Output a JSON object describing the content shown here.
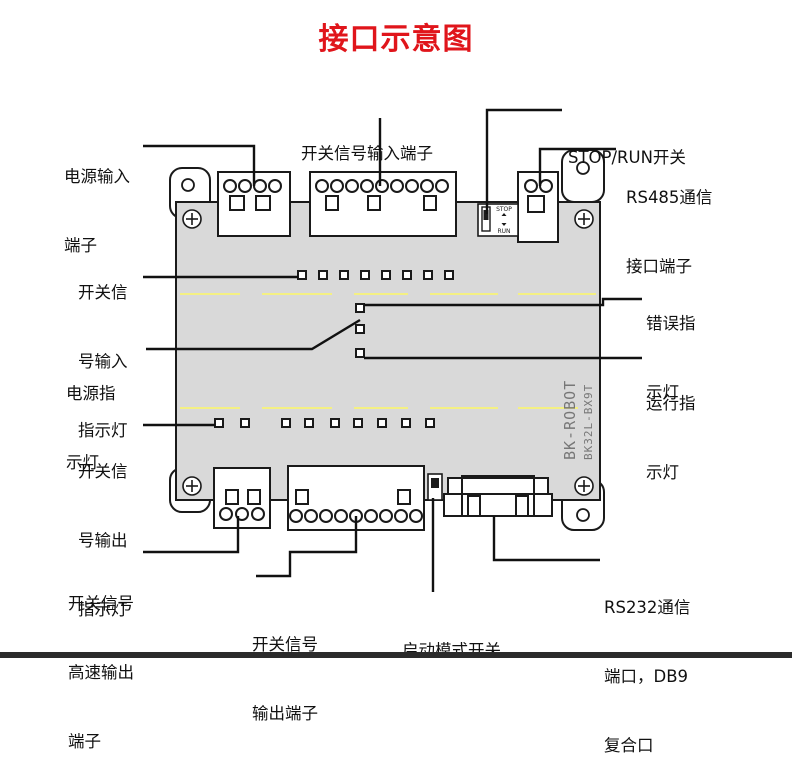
{
  "title": "接口示意图",
  "board": {
    "model_brand": "BK-ROBOT",
    "model_code": "BK32L-BX9T",
    "switch_top": "STOP",
    "switch_bottom": "RUN"
  },
  "labels": {
    "power_input": [
      "电源输入",
      "端子"
    ],
    "switch_signal_input_terminal": [
      "开关信号输入端子"
    ],
    "stop_run_switch": [
      "STOP/RUN开关"
    ],
    "rs485": [
      "RS485通信",
      "接口端子"
    ],
    "input_indicator": [
      "开关信",
      "号输入",
      "指示灯"
    ],
    "error_indicator": [
      "错误指",
      "示灯"
    ],
    "power_indicator": [
      "电源指",
      "示灯"
    ],
    "run_indicator": [
      "运行指",
      "示灯"
    ],
    "output_indicator": [
      "开关信",
      "号输出",
      "指示灯"
    ],
    "high_speed_output": [
      "开关信号",
      "高速输出",
      "端子"
    ],
    "switch_signal_output_terminal": [
      "开关信号",
      "输出端子"
    ],
    "boot_mode_switch": [
      "启动模式开关"
    ],
    "rs232": [
      "RS232通信",
      "端口，DB9",
      "复合口"
    ]
  },
  "colors": {
    "title": "#e0151b",
    "board": "#d9d9d9",
    "accent_line": "#f4f083",
    "stroke": "#1a1a1a"
  }
}
